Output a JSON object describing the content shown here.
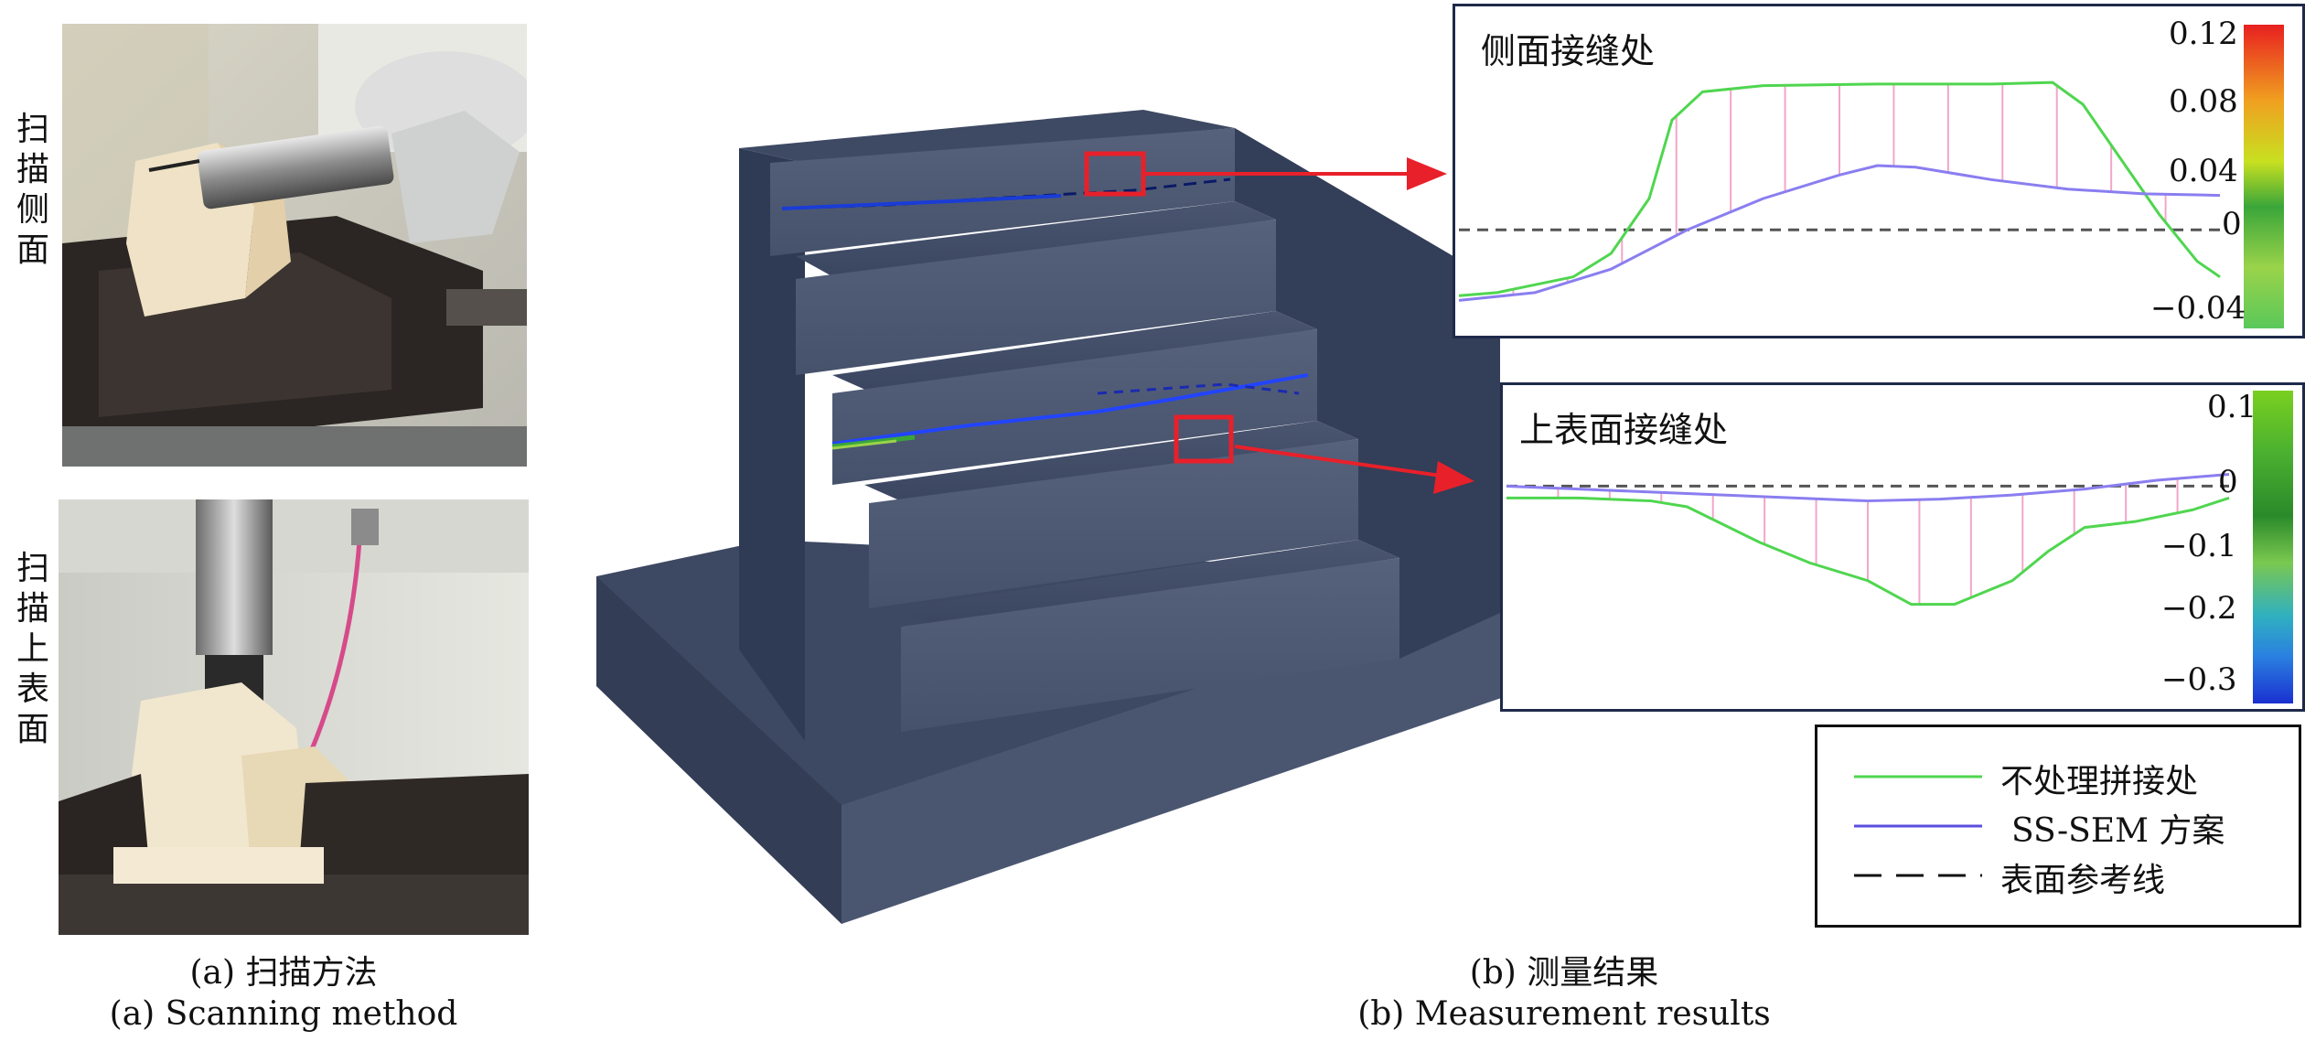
{
  "left_panel": {
    "side_label": [
      "扫",
      "描",
      "侧",
      "面"
    ],
    "top_label": [
      "扫",
      "描",
      "上",
      "表",
      "面"
    ],
    "caption_cn": "(a) 扫描方法",
    "caption_en": "(a) Scanning method"
  },
  "middle_panel": {
    "caption_cn": "(b) 测量结果",
    "caption_en": "(b) Measurement results"
  },
  "chart_data": [
    {
      "type": "line",
      "title": "侧面接缝处",
      "colorbar_ticks": [
        "0.12",
        "0.08",
        "0.04",
        "0",
        "−0.04"
      ],
      "colorbar_range": [
        -0.05,
        0.125
      ],
      "series": [
        {
          "name": "不处理拼接处",
          "color": "#4fd64f",
          "x": [
            0,
            0.05,
            0.15,
            0.2,
            0.25,
            0.28,
            0.32,
            0.4,
            0.55,
            0.7,
            0.78,
            0.82,
            0.87,
            0.92,
            0.97,
            1
          ],
          "y": [
            -0.042,
            -0.04,
            -0.03,
            -0.015,
            0.02,
            0.07,
            0.088,
            0.092,
            0.093,
            0.093,
            0.094,
            0.08,
            0.045,
            0.01,
            -0.02,
            -0.03
          ]
        },
        {
          "name": "SS-SEM 方案",
          "color": "#8a7ef0",
          "x": [
            0,
            0.1,
            0.2,
            0.3,
            0.4,
            0.5,
            0.55,
            0.6,
            0.7,
            0.8,
            0.9,
            1
          ],
          "y": [
            -0.045,
            -0.04,
            -0.025,
            0.0,
            0.02,
            0.035,
            0.041,
            0.04,
            0.032,
            0.026,
            0.023,
            0.022
          ]
        },
        {
          "name": "表面参考线",
          "color": "#555555",
          "x": [
            0,
            1
          ],
          "y": [
            0,
            0
          ]
        }
      ]
    },
    {
      "type": "line",
      "title": "上表面接缝处",
      "colorbar_ticks": [
        "0.1",
        "0",
        "−0.1",
        "−0.2",
        "−0.3"
      ],
      "colorbar_range": [
        -0.34,
        0.14
      ],
      "series": [
        {
          "name": "不处理拼接处",
          "color": "#4fd64f",
          "x": [
            0,
            0.1,
            0.2,
            0.25,
            0.3,
            0.35,
            0.42,
            0.5,
            0.56,
            0.62,
            0.7,
            0.75,
            0.8,
            0.87,
            0.95,
            1
          ],
          "y": [
            -0.02,
            -0.02,
            -0.025,
            -0.035,
            -0.065,
            -0.095,
            -0.13,
            -0.16,
            -0.2,
            -0.2,
            -0.16,
            -0.11,
            -0.07,
            -0.06,
            -0.04,
            -0.02
          ]
        },
        {
          "name": "SS-SEM 方案",
          "color": "#8a7ef0",
          "x": [
            0,
            0.1,
            0.2,
            0.3,
            0.4,
            0.5,
            0.6,
            0.7,
            0.8,
            0.9,
            1
          ],
          "y": [
            0.0,
            -0.005,
            -0.01,
            -0.015,
            -0.02,
            -0.025,
            -0.022,
            -0.015,
            -0.005,
            0.01,
            0.02
          ]
        },
        {
          "name": "表面参考线",
          "color": "#555555",
          "x": [
            0,
            1
          ],
          "y": [
            0,
            0
          ]
        }
      ]
    }
  ],
  "legend": {
    "items": [
      {
        "label": "不处理拼接处",
        "color": "#4fd64f",
        "style": "solid"
      },
      {
        "label": "SS-SEM 方案",
        "color": "#5a4ee0",
        "style": "solid"
      },
      {
        "label": "表面参考线",
        "color": "#111111",
        "style": "dashed"
      }
    ]
  }
}
